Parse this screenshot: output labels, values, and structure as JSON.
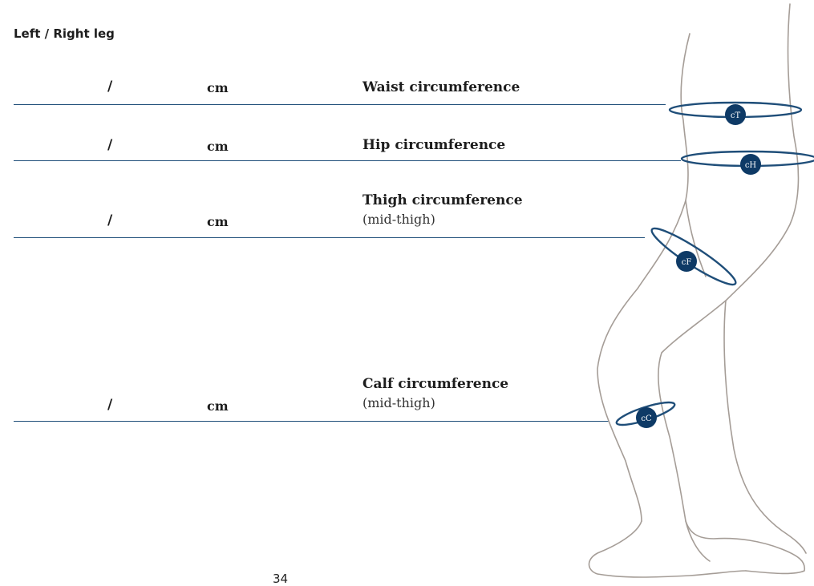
{
  "heading": "Left / Right leg",
  "rows": [
    {
      "slash": "/",
      "unit": "cm",
      "label": "Waist circumference",
      "sublabel": "",
      "marker": "cT"
    },
    {
      "slash": "/",
      "unit": "cm",
      "label": "Hip circumference",
      "sublabel": "",
      "marker": "cH"
    },
    {
      "slash": "/",
      "unit": "cm",
      "label": "Thigh circumference",
      "sublabel": "(mid-thigh)",
      "marker": "cF"
    },
    {
      "slash": "/",
      "unit": "cm",
      "label": "Calf circumference",
      "sublabel": "(mid-thigh)",
      "marker": "cC"
    }
  ],
  "page_number": "34",
  "colors": {
    "accent": "#1f4e79",
    "marker_fill": "#0e3a66",
    "leg_outline": "#a59d97"
  },
  "icons": [
    "leg-illustration"
  ]
}
